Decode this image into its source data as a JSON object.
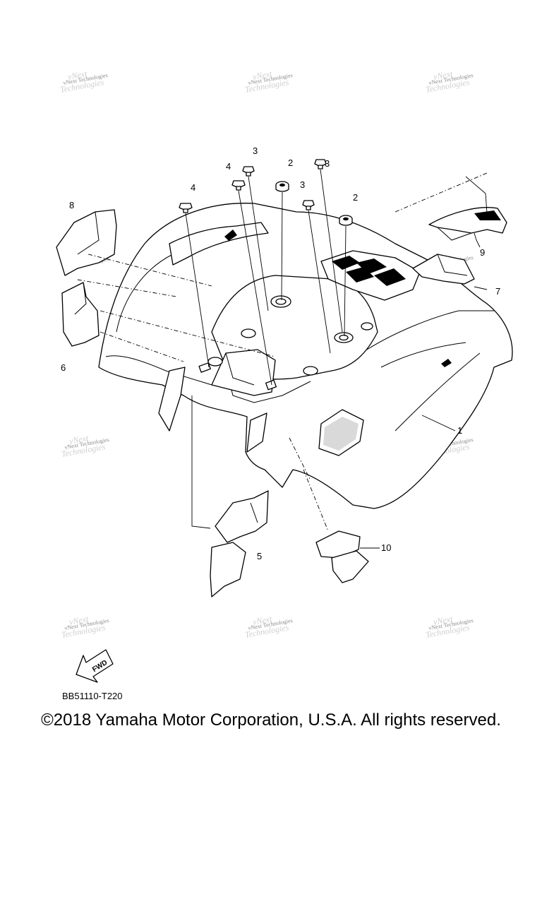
{
  "watermark": {
    "text": "vNext Technologies"
  },
  "callouts": [
    "1",
    "2",
    "2",
    "3",
    "3",
    "3",
    "4",
    "4",
    "5",
    "6",
    "7",
    "8",
    "9",
    "10"
  ],
  "fwd_label": "FWD",
  "diagram_code": "BB51110-T220",
  "copyright": "©2018 Yamaha Motor Corporation, U.S.A. All rights reserved."
}
